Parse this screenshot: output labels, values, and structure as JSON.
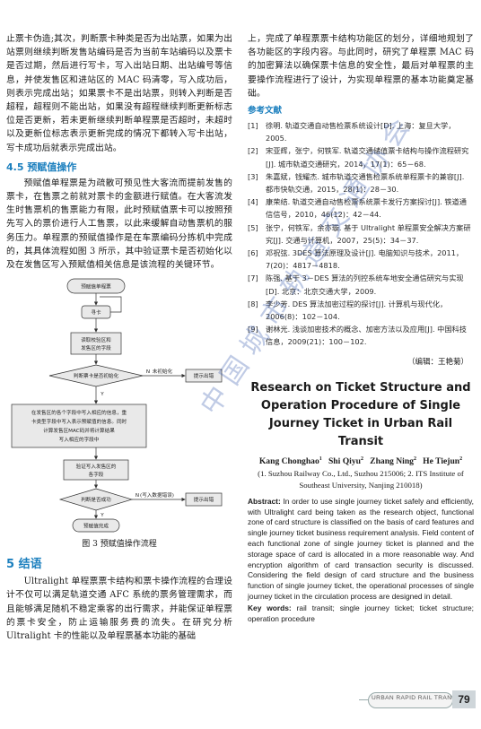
{
  "left": {
    "para1": "止票卡伪造;其次，判断票卡种类是否为出站票，如果为出站票则继续判断发售站编码是否为当前车站编码以及票卡是否过期，然后进行写卡，写入出站日期、出站编号等信息，并使发售区和进站区的 MAC 码清零，写入成功后，则表示完成出站；如果票卡不是出站票，则转入判断是否超程，超程则不能出站，如果没有超程继续判断更新标志位是否更新，若未更新继续判断单程票是否超时，未超时以及更新位标志表示更新完成的情况下都转入写卡出站，写卡成功后就表示完成出站。",
    "sec45": "4.5   预赋值操作",
    "para2": "预赋值单程票是为疏散可预见性大客流而提前发售的票卡，在售票之前就对票卡的金额进行赋值。在大客流发生时售票机的售票能力有限，此时预赋值票卡可以按照预先写入的票价进行人工售票，以此来缓解自动售票机的服务压力。单程票的预赋值操作是在车票编码分拣机中完成的，其具体流程如图 3 所示，其中验证票卡是否初始化以及在发售区写入预赋值相关信息是该流程的关键环节。",
    "sec5": "5   结语",
    "para3": "Ultralight 单程票票卡结构和票卡操作流程的合理设计不仅可以满足轨道交通 AFC 系统的票务管理需求，而且能够满足随机不稳定乘客的出行需求，并能保证单程票的票卡安全，防止运输服务费的流失。在研究分析 Ultralight 卡的性能以及单程票基本功能的基础"
  },
  "figure": {
    "caption": "图 3   预赋值操作流程",
    "nodes": {
      "start": "预赋值单程票",
      "find": "寻卡",
      "read": "读取校验区和\n发售区的字段",
      "init_q": "判断票卡是否初始化",
      "not_init": "未初始化",
      "fail1": "提示出错",
      "write": "在发售区的各个字段中写入相应的信息，重\n卡类型字段中写入表示预赋值的信息。同时\n计算发售区MAC码并将计算结果\n写入相应的字段中",
      "verify": "验证写入发售区的\n各字段",
      "success_q": "判断是否成功",
      "write_fail": "(写入数据错误)",
      "fail2": "提示出错",
      "done": "预赋值完成",
      "yes1": "Y",
      "no1": "N",
      "yes2": "Y",
      "no2": "N"
    }
  },
  "right": {
    "para1": "上，完成了单程票票卡结构功能区的划分，详细地规划了各功能区的字段内容。与此同时，研究了单程票 MAC 码的加密算法以确保票卡信息的安全性，最后对单程票的主要操作流程进行了设计，为实现单程票的基本功能奠定基础。",
    "refs_title": "参考文献",
    "refs": [
      {
        "n": "[1]",
        "t": "徐明. 轨道交通自动售检票系统设计[D]. 上海：复旦大学，2005."
      },
      {
        "n": "[2]",
        "t": "宋亚辉，张宁，何铁军. 轨道交通储值票卡结构与操作流程研究[J]. 城市轨道交通研究，2014，17(1)：65－68."
      },
      {
        "n": "[3]",
        "t": "朱嘉斌，钱耀杰. 城市轨道交通售检票系统单程票卡的兼容[J]. 都市快轨交通，2015，28(1)：28－30."
      },
      {
        "n": "[4]",
        "t": "康荣结. 轨道交通自动售检票系统票卡发行方案探讨[J]. 铁道通信信号，2010，46(12)：42－44."
      },
      {
        "n": "[5]",
        "t": "张宁，何铁军，余亦璇. 基于 Ultralight 单程票安全解决方案研究[J]. 交通与计算机，2007，25(5)：34－37."
      },
      {
        "n": "[6]",
        "t": "邓祝弦. 3DES 算法原理及设计[J]. 电脑知识与技术，2011，7(20)：4817－4818."
      },
      {
        "n": "[7]",
        "t": "陈强. 基于 3－DES 算法的列控系统车地安全通信研究与实现[D]. 北京：北京交通大学，2009."
      },
      {
        "n": "[8]",
        "t": "李少芳. DES 算法加密过程的探讨[J]. 计算机与现代化，2006(8)：102－104."
      },
      {
        "n": "[9]",
        "t": "谢林光. 浅谈加密技术的概念、加密方法以及应用[J]. 中国科技信息，2009(21)：100－102."
      }
    ],
    "editor": "（编辑：王艳菊）",
    "en_title": "Research on Ticket Structure and Operation Procedure of Single Journey Ticket in Urban Rail Transit",
    "authors": [
      {
        "name": "Kang Chonghao",
        "sup": "1"
      },
      {
        "name": "Shi Qiyu",
        "sup": "2"
      },
      {
        "name": "Zhang Ning",
        "sup": "2"
      },
      {
        "name": "He Tiejun",
        "sup": "2"
      }
    ],
    "affiliation": "(1. Suzhou Railway Co., Ltd., Suzhou 215006; 2. ITS Institute of Southeast University, Nanjing 210018)",
    "abstract_label": "Abstract:",
    "abstract": "In order to use single journey ticket safely and efficiently, with Ultralight card being taken as the research object, functional zone of card structure is classified on the basis of card features and single journey ticket business requirement analysis. Field content of each functional zone of single journey ticket is planned and the storage space of card is allocated in a more reasonable way. And encryption algorithm of card transaction security is discussed. Considering the field design of card structure and the business function of single journey ticket, the operational processes of single journey ticket in the circulation process are designed in detail.",
    "keywords_label": "Key words:",
    "keywords": "rail transit; single journey ticket; ticket structure; operation procedure"
  },
  "footer": {
    "label": "URBAN RAPID RAIL TRANSIT",
    "page": "79"
  },
  "watermark": "中国城市轨道交通协会"
}
